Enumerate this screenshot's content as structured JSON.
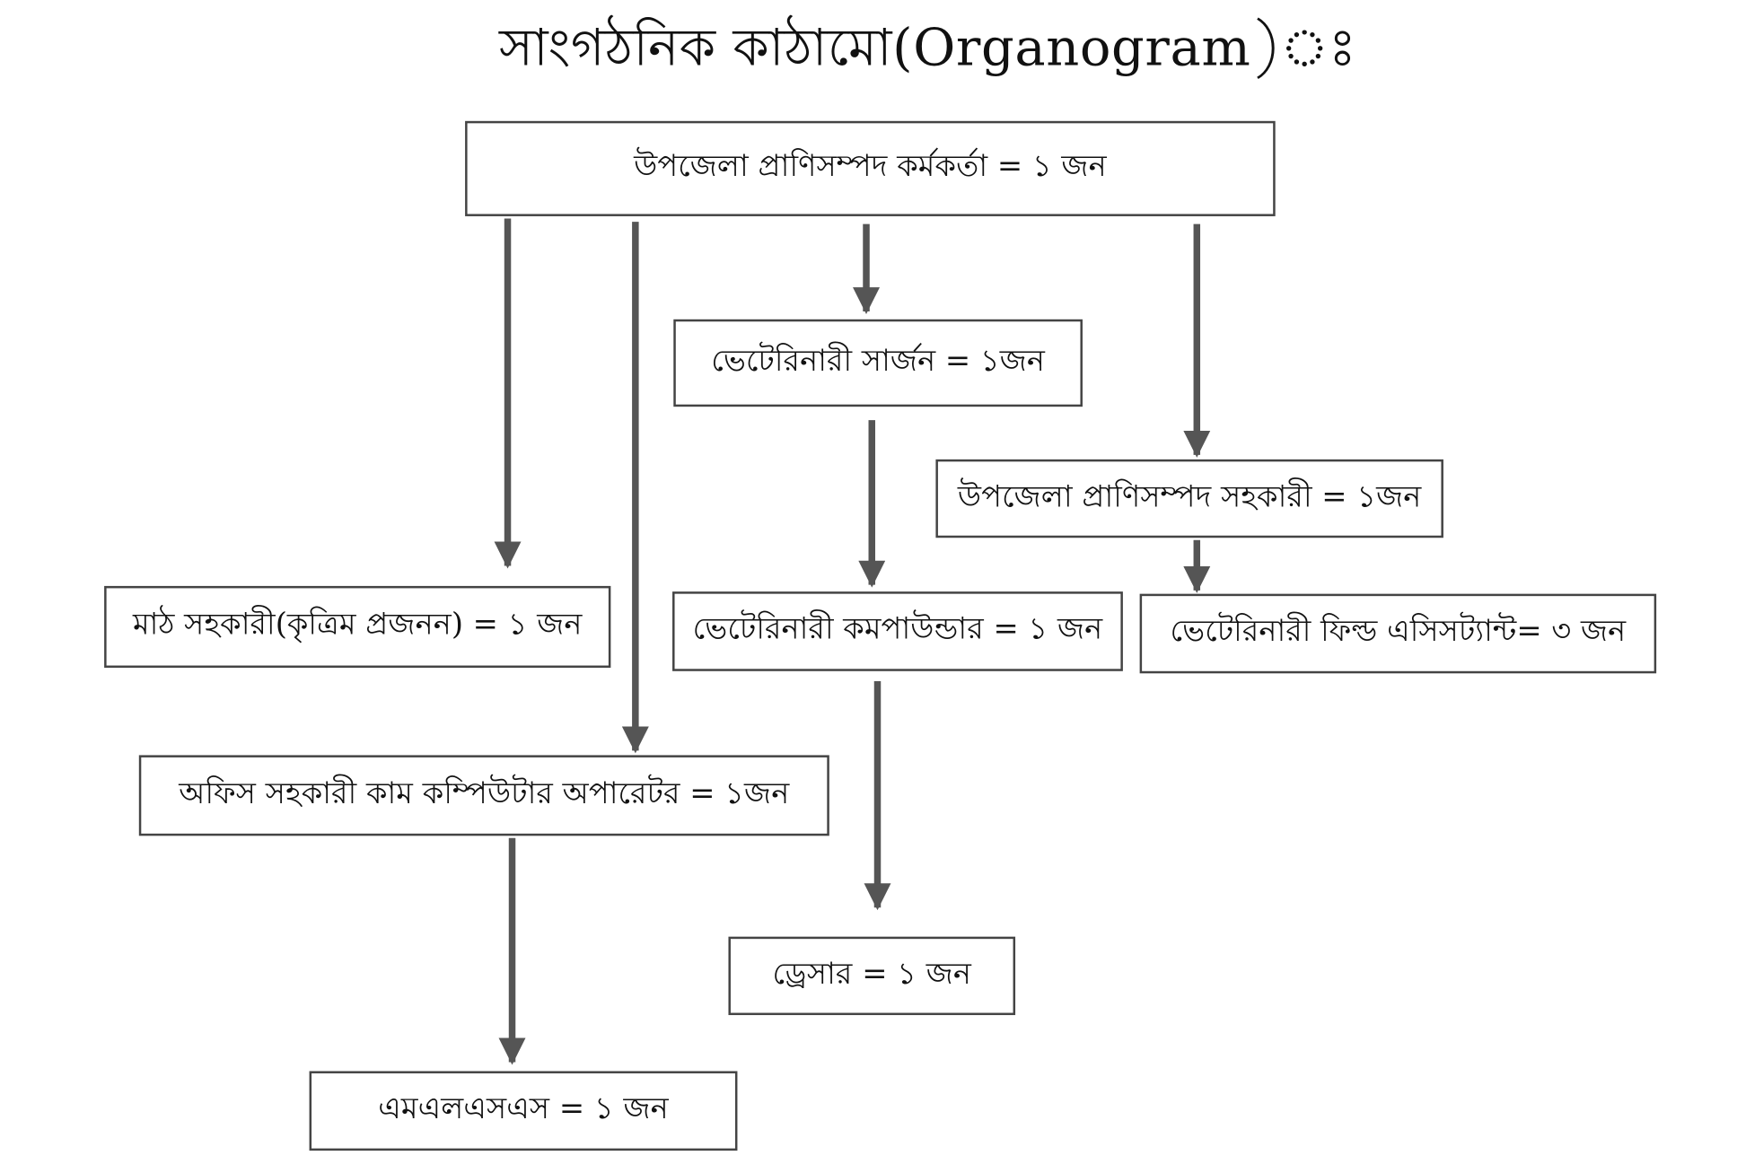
{
  "title": "সাংগঠনিক কাঠামো(Organogram)ঃ",
  "nodes": {
    "head": "উপজেলা প্রাণিসম্পদ কর্মকর্তা = ১ জন",
    "surgeon": "ভেটেরিনারী সার্জন = ১জন",
    "ula": "উপজেলা প্রাণিসম্পদ সহকারী = ১জন",
    "field_assistant": "ভেটেরিনারী ফিল্ড এসিসট্যান্ট= ৩ জন",
    "compounder": "ভেটেরিনারী কমপাউন্ডার = ১ জন",
    "field_ai": "মাঠ সহকারী(কৃত্রিম প্রজনন) = ১ জন",
    "office_assistant": "অফিস সহকারী কাম কম্পিউটার অপারেটর = ১জন",
    "dresser": "ড্রেসার = ১ জন",
    "mlss": "এমএলএসএস = ১ জন"
  },
  "colors": {
    "arrow": "#555555",
    "border": "#444444"
  }
}
